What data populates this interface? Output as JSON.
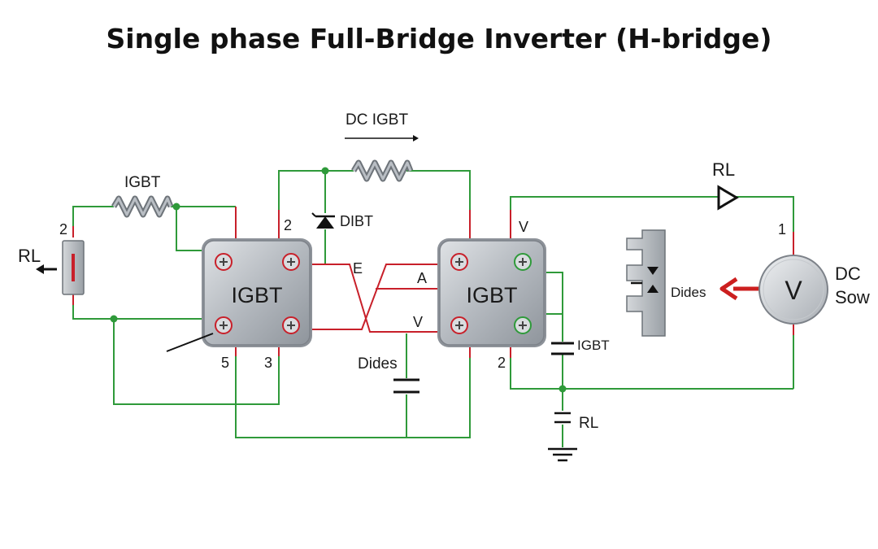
{
  "title": "Single phase Full-Bridge Inverter (H-bridge)",
  "colors": {
    "wire_green": "#2f9a3a",
    "wire_red": "#c8202a",
    "module_fill": "#b9bec4",
    "arrow_red": "#cc1f1f"
  },
  "modules": {
    "left": {
      "label": "IGBT"
    },
    "right": {
      "label": "IGBT"
    }
  },
  "labels": {
    "top_resistor": "DC IGBT",
    "left_resistor": "IGBT",
    "left_load": "RL",
    "diode": "DIBT",
    "left_pin_top": "2",
    "left_mid_pin_top": "2",
    "left_pin_bottom_a": "5",
    "left_pin_bottom_b": "3",
    "cross_e": "E",
    "cross_a": "A",
    "cross_v": "V",
    "center_capacitor": "Dides",
    "right_pin_top": "V",
    "right_pin_bottom": "2",
    "right_capacitor": "IGBT",
    "ground_cap": "RL",
    "top_right_load": "RL",
    "source_pin": "1",
    "dides_box": "Dides",
    "source_v": "V",
    "source_line1": "DC",
    "source_line2": "Sow"
  }
}
